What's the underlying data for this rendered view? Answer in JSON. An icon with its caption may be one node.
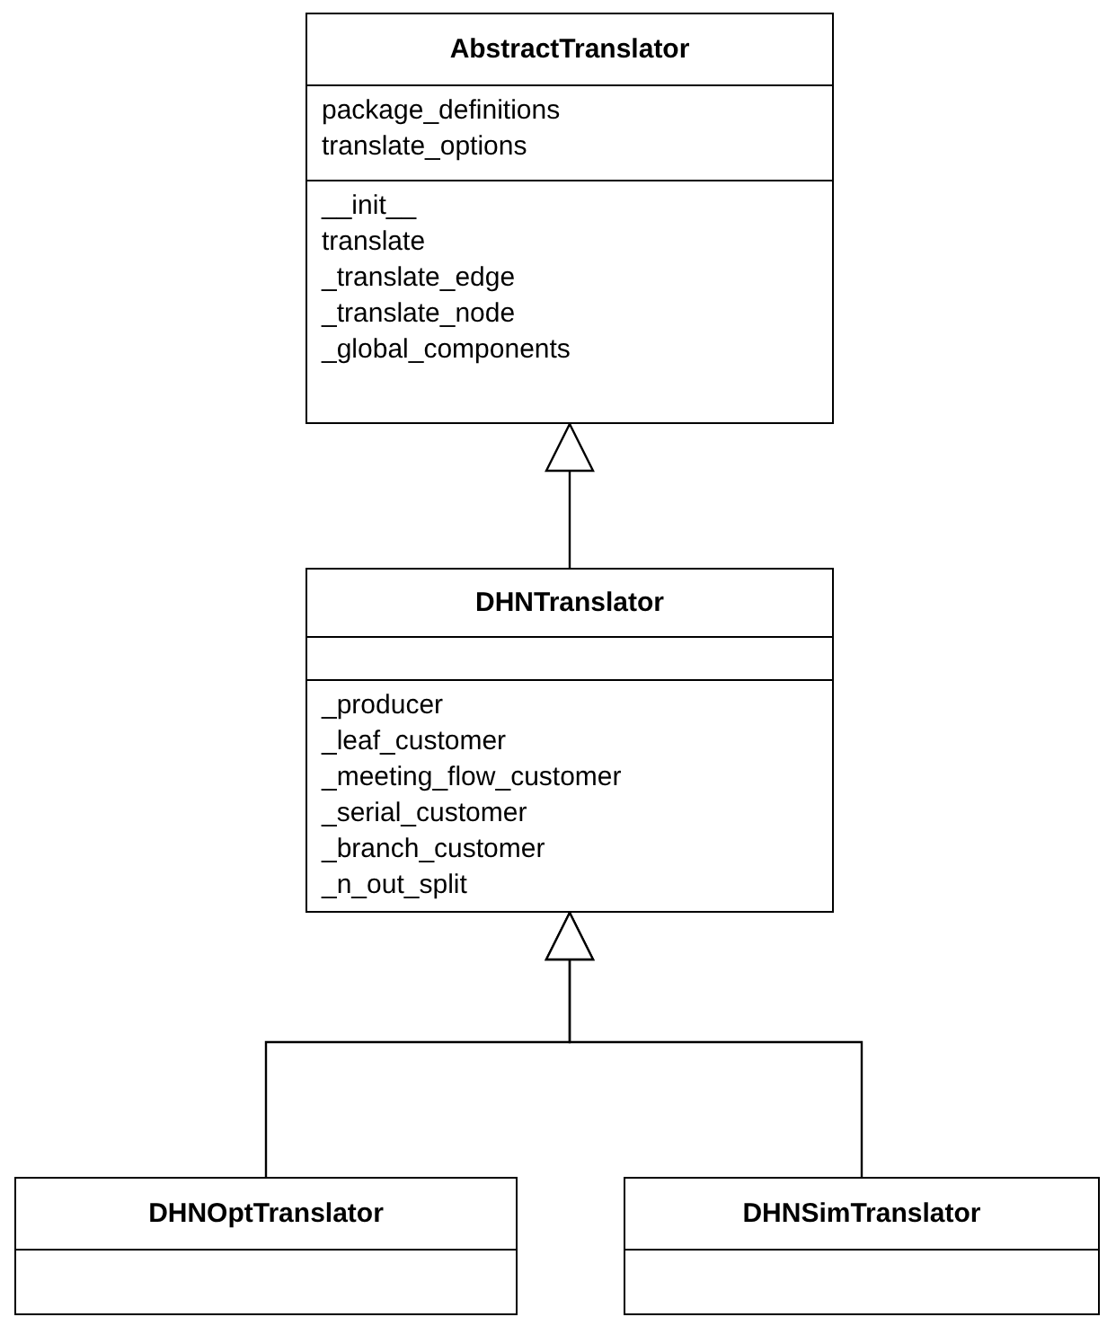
{
  "diagram": {
    "nodes": [
      {
        "text": [
          "AbstractTranslator"
        ]
      },
      {
        "text": [
          "package_definitions",
          "translate_options"
        ],
        "in": 0
      },
      {
        "text": [
          "__init__",
          "translate",
          "_translate_edge",
          "_translate_node",
          "_global_components"
        ],
        "in": 0
      },
      {
        "text": [
          "DHNTranslator"
        ]
      },
      {
        "text": [],
        "shape": "box",
        "in": 3
      },
      {
        "text": [
          "_producer",
          "_leaf_customer",
          "_meeting_flow_customer",
          "_serial_customer",
          "_branch_customer",
          "_n_out_split"
        ],
        "in": 3
      },
      {
        "text": [
          "DHNOptTranslator"
        ]
      },
      {
        "text": [],
        "shape": "box",
        "in": 6
      },
      {
        "text": [
          "DHNSimTranslator"
        ]
      },
      {
        "text": [],
        "shape": "box",
        "in": 8
      }
    ],
    "edges": [
      {
        "from": 3,
        "to": 0,
        "arrow": "to"
      },
      {
        "from": 6,
        "to": 3,
        "arrow": "to"
      },
      {
        "from": 8,
        "to": 3,
        "arrow": "to"
      }
    ]
  }
}
